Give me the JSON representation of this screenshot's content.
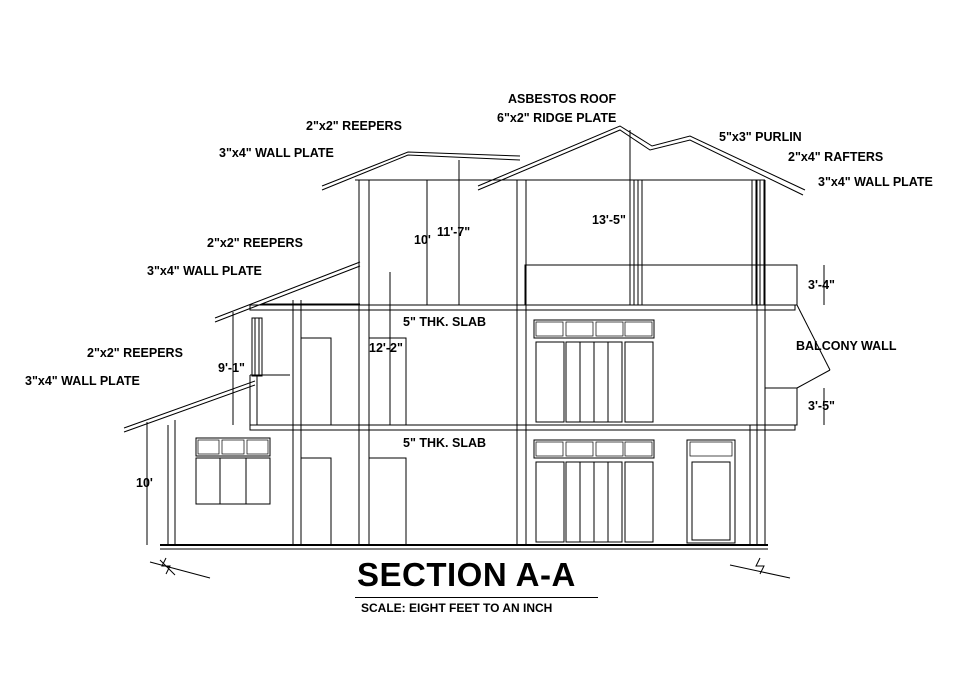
{
  "title": "SECTION A-A",
  "scale": "SCALE: EIGHT FEET TO AN INCH",
  "labels": {
    "asbestos_roof": "ASBESTOS ROOF",
    "ridge_plate": "6\"x2\" RIDGE PLATE",
    "purlin": "5\"x3\" PURLIN",
    "rafters": "2\"x4\" RAFTERS",
    "wall_plate_right": "3\"x4\" WALL PLATE",
    "reepers_top": "2\"x2\" REEPERS",
    "wall_plate_top": "3\"x4\" WALL PLATE",
    "reepers_mid": "2\"x2\" REEPERS",
    "wall_plate_mid": "3\"x4\" WALL PLATE",
    "reepers_low": "2\"x2\" REEPERS",
    "wall_plate_low": "3\"x4\" WALL PLATE",
    "slab_upper": "5\" THK. SLAB",
    "slab_lower": "5\" THK. SLAB",
    "balcony_wall": "BALCONY WALL"
  },
  "dimensions": {
    "d_10_upper": "10'",
    "d_11_7": "11'-7\"",
    "d_13_5": "13'-5\"",
    "d_12_2": "12'-2\"",
    "d_9_1": "9'-1\"",
    "d_10_lower": "10'",
    "d_3_4": "3'-4\"",
    "d_3_5": "3'-5\""
  }
}
